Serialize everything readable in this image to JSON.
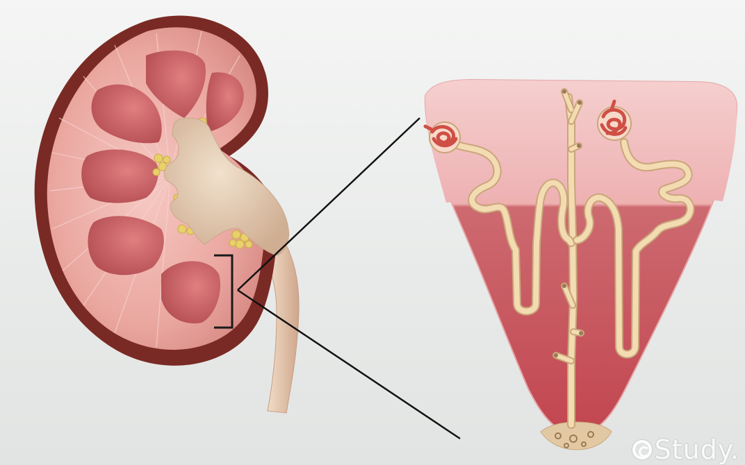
{
  "diagram": {
    "subject": "kidney-and-renal-pyramid-nephrons",
    "components": [
      "kidney",
      "renal-pyramid-enlargement",
      "nephron-left",
      "nephron-right",
      "collecting-duct"
    ]
  },
  "colors": {
    "capsule": "#7a2a24",
    "cortex": "#e9a5a0",
    "pyramid": "#c15c5e",
    "pelvis": "#e3c9ae",
    "fat": "#e8d16a",
    "pyramid_top": "#f1bcbb",
    "pyramid_bottom": "#c14c56",
    "tubule": "#f3dbb2"
  },
  "watermark": {
    "text": "Study."
  }
}
